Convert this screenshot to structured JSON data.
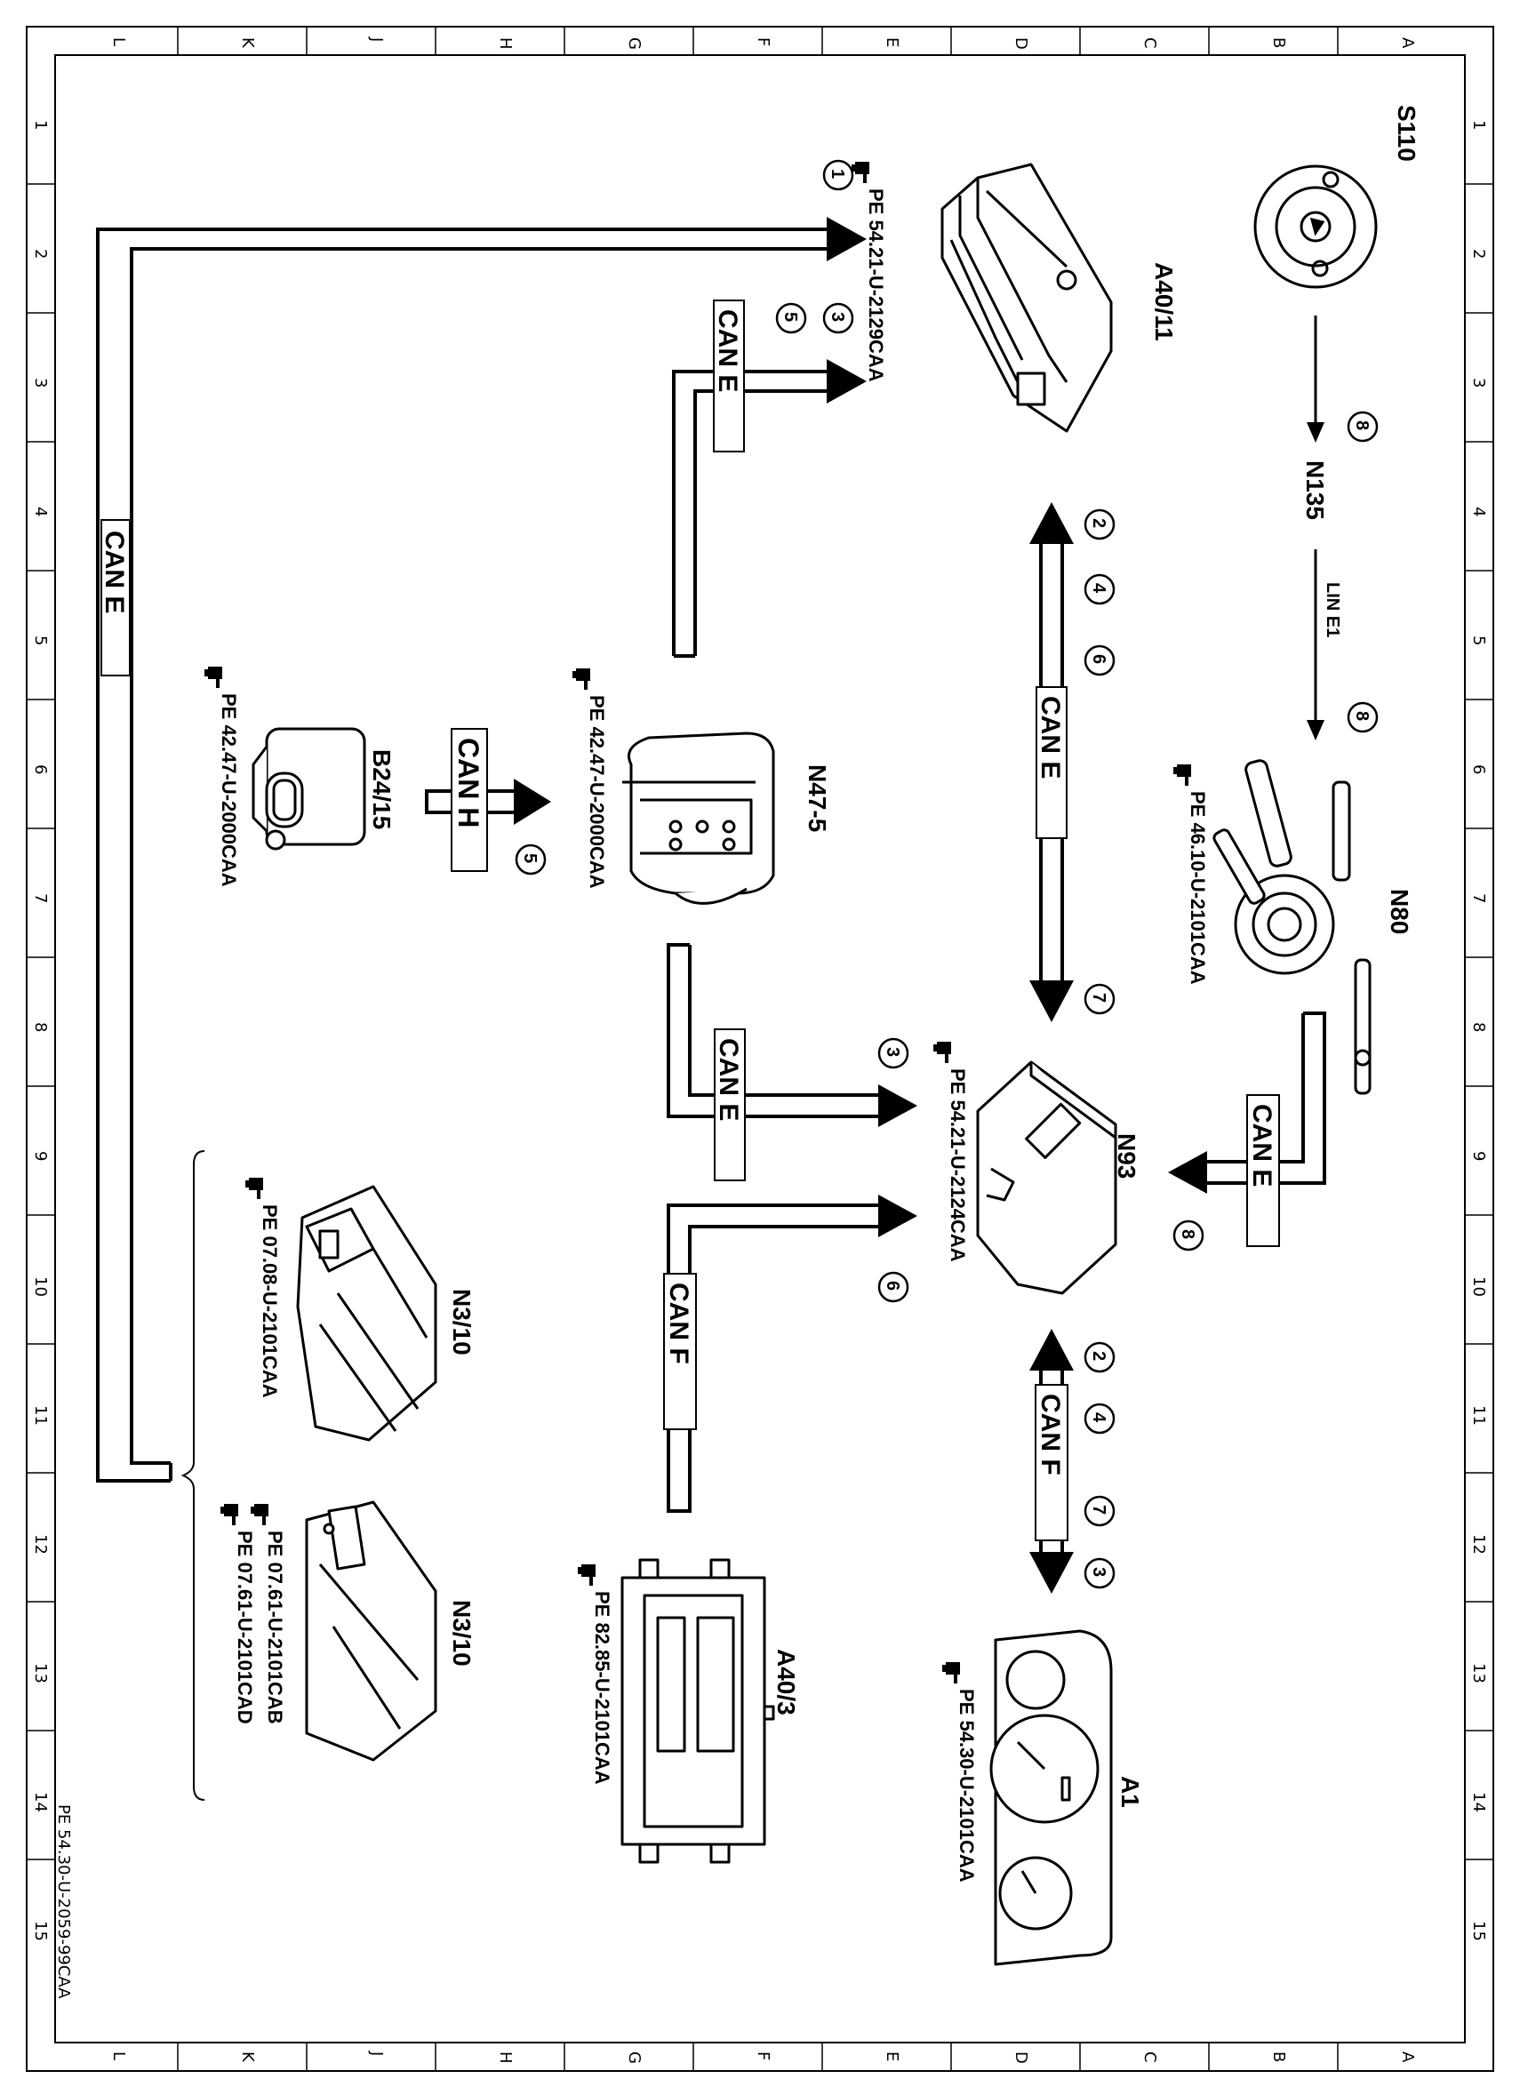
{
  "doc_ref": "PE 54.30-U-2059-99CAA",
  "grid": {
    "top_letters": [
      "L",
      "K",
      "J",
      "H",
      "G",
      "F",
      "E",
      "D",
      "C",
      "B",
      "A"
    ],
    "side_numbers": [
      "1",
      "2",
      "3",
      "4",
      "5",
      "6",
      "7",
      "8",
      "9",
      "10",
      "11",
      "12",
      "13",
      "14",
      "15"
    ]
  },
  "components": {
    "s110": {
      "name": "S110"
    },
    "a40_11": {
      "name": "A40/11",
      "ref": "PE  54.21-U-2129CAA"
    },
    "n135": {
      "name": "N135"
    },
    "lin": {
      "label": "LIN E1"
    },
    "n80": {
      "name": "N80",
      "ref": "PE  46.10-U-2101CAA"
    },
    "n47_5": {
      "name": "N47-5",
      "ref": "PE  42.47-U-2000CAA"
    },
    "b24_15": {
      "name": "B24/15",
      "ref": "PE  42.47-U-2000CAA"
    },
    "n93": {
      "name": "N93",
      "ref": "PE  54.21-U-2124CAA"
    },
    "n3_10_a": {
      "name": "N3/10",
      "ref": "PE  07.08-U-2101CAA"
    },
    "n3_10_b": {
      "name": "N3/10",
      "ref1": "PE  07.61-U-2101CAB",
      "ref2": "PE  07.61-U-2101CAD"
    },
    "a40_3": {
      "name": "A40/3",
      "ref": "PE  82.85-U-2101CAA"
    },
    "a1": {
      "name": "A1",
      "ref": "PE  54.30-U-2101CAA"
    }
  },
  "buses": {
    "can_e": "CAN E",
    "can_h": "CAN H",
    "can_f": "CAN F"
  },
  "circles": {
    "c1": "1",
    "c2": "2",
    "c3": "3",
    "c4": "4",
    "c5": "5",
    "c6": "6",
    "c7": "7",
    "c8": "8"
  },
  "icons": [
    "hand-pointer-icon"
  ]
}
